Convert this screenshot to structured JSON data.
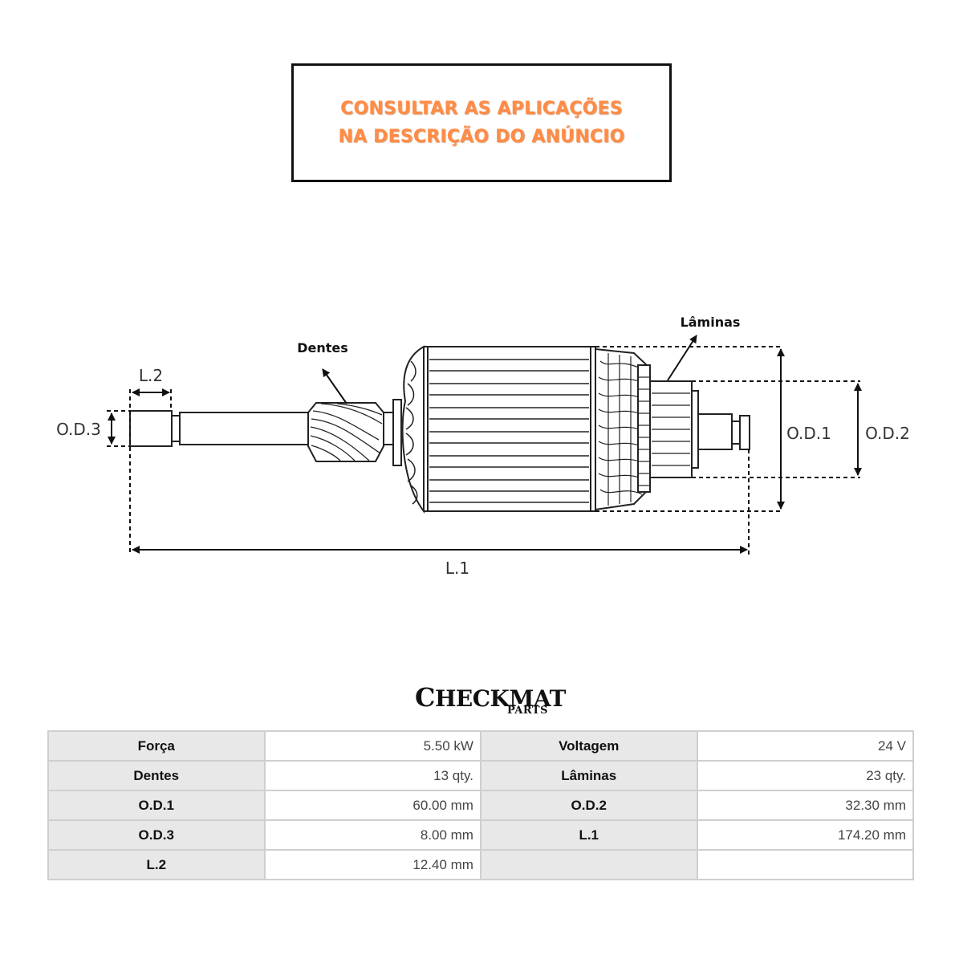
{
  "notice": {
    "line1": "CONSULTAR AS APLICAÇÕES",
    "line2": "NA DESCRIÇÃO DO ANÚNCIO",
    "text_color": "#ff8c46"
  },
  "diagram": {
    "title": "Starter armature dimension diagram",
    "callouts": {
      "teeth": "Dentes",
      "blades": "Lâminas"
    },
    "dimensions": {
      "od1": "O.D.1",
      "od2": "O.D.2",
      "od3": "O.D.3",
      "l1": "L.1",
      "l2": "L.2"
    }
  },
  "brand": {
    "name_prefix": "C",
    "name_rest": "HECKMAT",
    "sub": "PARTS"
  },
  "specs": {
    "rows": [
      {
        "k1": "Força",
        "v1": "5.50 kW",
        "k2": "Voltagem",
        "v2": "24 V"
      },
      {
        "k1": "Dentes",
        "v1": "13 qty.",
        "k2": "Lâminas",
        "v2": "23 qty."
      },
      {
        "k1": "O.D.1",
        "v1": "60.00 mm",
        "k2": "O.D.2",
        "v2": "32.30 mm"
      },
      {
        "k1": "O.D.3",
        "v1": "8.00 mm",
        "k2": "L.1",
        "v2": "174.20 mm"
      },
      {
        "k1": "L.2",
        "v1": "12.40 mm",
        "k2": "",
        "v2": ""
      }
    ]
  }
}
